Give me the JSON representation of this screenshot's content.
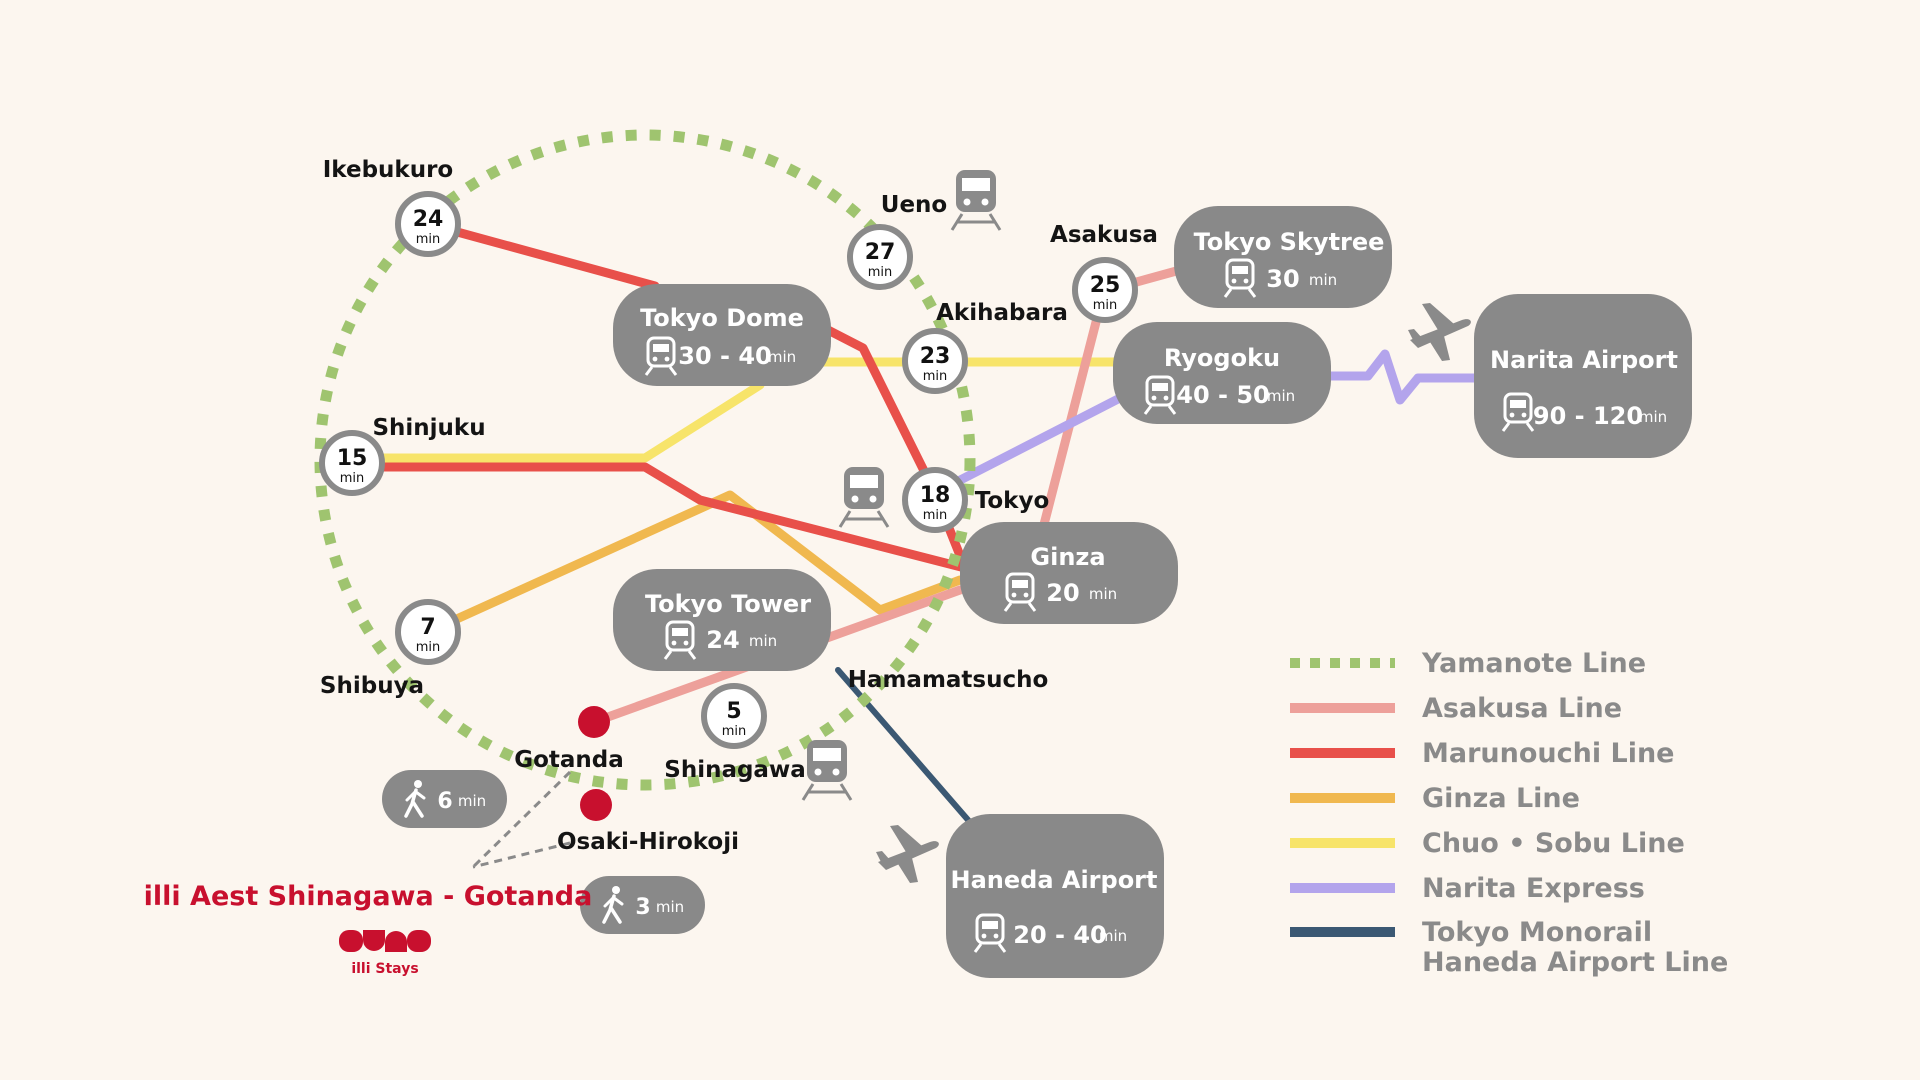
{
  "colors": {
    "background": "#fcf6ef",
    "yamanote": "#9fc46f",
    "asakusa": "#eda09a",
    "marunouchi": "#e8504a",
    "ginza": "#f0b84f",
    "chuo_sobu": "#f7e46a",
    "narita_express": "#b3a4ec",
    "monorail": "#3b5873",
    "box": "#898989",
    "hotel": "#c8102e"
  },
  "stations": {
    "ikebukuro": {
      "name": "Ikebukuro",
      "time": "24",
      "unit": "min"
    },
    "ueno": {
      "name": "Ueno",
      "time": "27",
      "unit": "min"
    },
    "asakusa": {
      "name": "Asakusa",
      "time": "25",
      "unit": "min"
    },
    "akihabara": {
      "name": "Akihabara",
      "time": "23",
      "unit": "min"
    },
    "shinjuku": {
      "name": "Shinjuku",
      "time": "15",
      "unit": "min"
    },
    "tokyo": {
      "name": "Tokyo",
      "time": "18",
      "unit": "min"
    },
    "shibuya": {
      "name": "Shibuya",
      "time": "7",
      "unit": "min"
    },
    "shinagawa": {
      "name": "Shinagawa",
      "time": "5",
      "unit": "min"
    },
    "gotanda": {
      "name": "Gotanda"
    },
    "osaki": {
      "name": "Osaki-Hirokoji"
    },
    "hamamatsucho": {
      "name": "Hamamatsucho"
    }
  },
  "destinations": {
    "tokyo_dome": {
      "title": "Tokyo Dome",
      "time": "30 - 40",
      "unit": "min"
    },
    "tokyo_skytree": {
      "title": "Tokyo Skytree",
      "time": "30",
      "unit": "min"
    },
    "ryogoku": {
      "title": "Ryogoku",
      "time": "40 - 50",
      "unit": "min"
    },
    "narita": {
      "title": "Narita Airport",
      "time": "90 - 120",
      "unit": "min"
    },
    "ginza": {
      "title": "Ginza",
      "time": "20",
      "unit": "min"
    },
    "tokyo_tower": {
      "title": "Tokyo Tower",
      "time": "24",
      "unit": "min"
    },
    "haneda": {
      "title": "Haneda Airport",
      "time": "20 - 40",
      "unit": "min"
    }
  },
  "walks": {
    "gotanda": {
      "time": "6",
      "unit": "min"
    },
    "osaki": {
      "time": "3",
      "unit": "min"
    }
  },
  "hotel": {
    "name": "illi Aest Shinagawa - Gotanda",
    "brand": "illi Stays"
  },
  "legend": [
    {
      "label": "Yamanote Line",
      "color": "#9fc46f",
      "style": "dotted"
    },
    {
      "label": "Asakusa Line",
      "color": "#eda09a",
      "style": "solid"
    },
    {
      "label": "Marunouchi Line",
      "color": "#e8504a",
      "style": "solid"
    },
    {
      "label": "Ginza Line",
      "color": "#f0b84f",
      "style": "solid"
    },
    {
      "label": "Chuo • Sobu Line",
      "color": "#f7e46a",
      "style": "solid"
    },
    {
      "label": "Narita Express",
      "color": "#b3a4ec",
      "style": "solid"
    },
    {
      "label": "Tokyo Monorail",
      "label2": "Haneda Airport  Line",
      "color": "#3b5873",
      "style": "solid"
    }
  ],
  "icons": {
    "train": "train-icon",
    "plane": "airplane-icon",
    "walk": "walking-person-icon"
  }
}
